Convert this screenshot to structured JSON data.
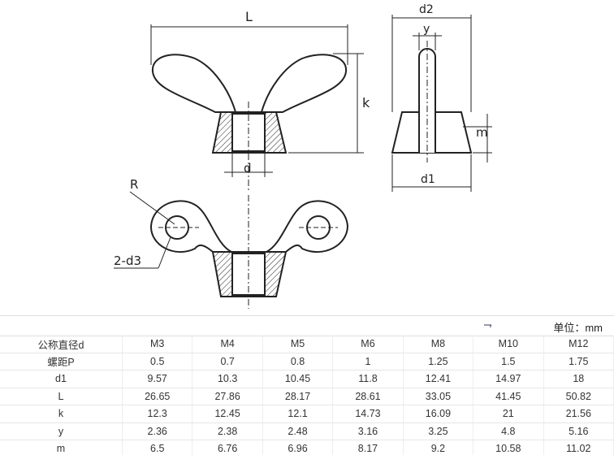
{
  "drawing": {
    "L": "L",
    "k": "k",
    "d": "d",
    "d2": "d2",
    "y": "y",
    "m": "m",
    "d1": "d1",
    "R": "R",
    "d3": "2-d3"
  },
  "mark": "㇖",
  "unit": "单位：mm",
  "table": {
    "header": [
      "公称直径d",
      "M3",
      "M4",
      "M5",
      "M6",
      "M8",
      "M10",
      "M12"
    ],
    "rows": [
      [
        "螺距P",
        "0.5",
        "0.7",
        "0.8",
        "1",
        "1.25",
        "1.5",
        "1.75"
      ],
      [
        "d1",
        "9.57",
        "10.3",
        "10.45",
        "11.8",
        "12.41",
        "14.97",
        "18"
      ],
      [
        "L",
        "26.65",
        "27.86",
        "28.17",
        "28.61",
        "33.05",
        "41.45",
        "50.82"
      ],
      [
        "k",
        "12.3",
        "12.45",
        "12.1",
        "14.73",
        "16.09",
        "21",
        "21.56"
      ],
      [
        "y",
        "2.36",
        "2.38",
        "2.48",
        "3.16",
        "3.25",
        "4.8",
        "5.16"
      ],
      [
        "m",
        "6.5",
        "6.76",
        "6.96",
        "8.17",
        "9.2",
        "10.58",
        "11.02"
      ]
    ]
  }
}
